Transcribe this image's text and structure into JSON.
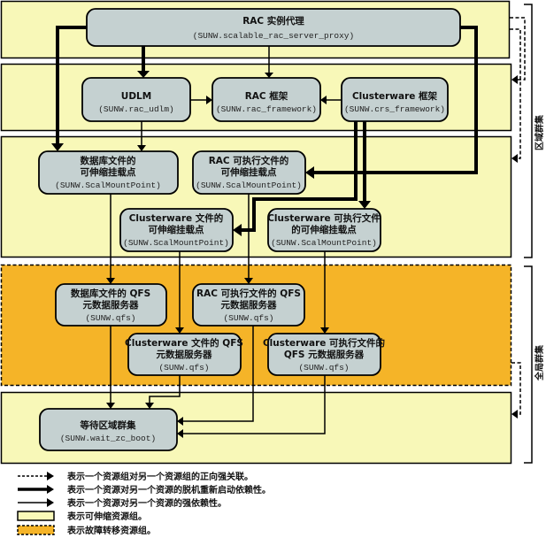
{
  "colors": {
    "scalable_group": "#f8f8b8",
    "failover_group": "#f5b428",
    "node_fill": "#c5d1d1",
    "line": "#000000"
  },
  "nodes": {
    "proxy": {
      "title": "RAC 实例代理",
      "type": "(SUNW.scalable_rac_server_proxy)"
    },
    "udlm": {
      "title": "UDLM",
      "type": "(SUNW.rac_udlm)"
    },
    "rac_framework": {
      "title": "RAC 框架",
      "type": "(SUNW.rac_framework)"
    },
    "crs_framework": {
      "title": "Clusterware 框架",
      "type": "(SUNW.crs_framework)"
    },
    "db_smp": {
      "title1": "数据库文件的",
      "title2": "可伸缩挂载点",
      "type": "(SUNW.ScalMountPoint)"
    },
    "rac_smp": {
      "title1": "RAC 可执行文件的",
      "title2": "可伸缩挂载点",
      "type": "(SUNW.ScalMountPoint)"
    },
    "cw_smp": {
      "title1": "Clusterware 文件的",
      "title2": "可伸缩挂载点",
      "type": "(SUNW.ScalMountPoint)"
    },
    "cw_exe_smp": {
      "title1": "Clusterware 可执行文件",
      "title2": "的可伸缩挂载点",
      "type": "(SUNW.ScalMountPoint)"
    },
    "db_qfs": {
      "title1": "数据库文件的 QFS",
      "title2": "元数据服务器",
      "type": "(SUNW.qfs)"
    },
    "rac_qfs": {
      "title1": "RAC 可执行文件的 QFS",
      "title2": "元数据服务器",
      "type": "(SUNW.qfs)"
    },
    "cw_qfs": {
      "title1": "Clusterware 文件的 QFS",
      "title2": "元数据服务器",
      "type": "(SUNW.qfs)"
    },
    "cw_exe_qfs": {
      "title1": "Clusterware 可执行文件的",
      "title2": "QFS 元数据服务器",
      "type": "(SUNW.qfs)"
    },
    "wait_zc": {
      "title": "等待区域群集",
      "type": "(SUNW.wait_zc_boot)"
    }
  },
  "side_labels": {
    "zone_cluster": "区域群集",
    "global_cluster": "全局群集"
  },
  "legend": [
    {
      "kind": "dashed-arrow",
      "text": "表示一个资源组对另一个资源组的正向强关联。"
    },
    {
      "kind": "thick-arrow",
      "text": "表示一个资源对另一个资源的脱机重新启动依赖性。"
    },
    {
      "kind": "thin-arrow",
      "text": "表示一个资源对另一个资源的强依赖性。"
    },
    {
      "kind": "scalable-box",
      "text": "表示可伸缩资源组。"
    },
    {
      "kind": "failover-box",
      "text": "表示故障转移资源组。"
    }
  ]
}
